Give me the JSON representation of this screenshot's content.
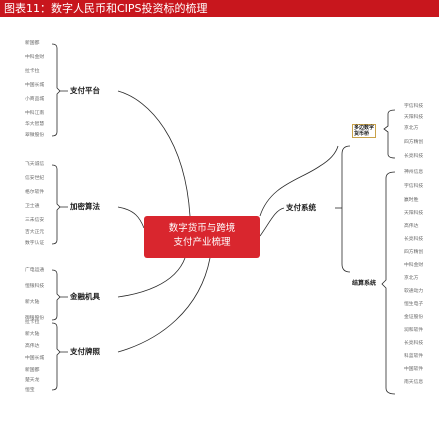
{
  "title": "图表11：数字人民币和CIPS投资标的梳理",
  "center": {
    "line1": "数字货币与跨境",
    "line2": "支付产业梳理"
  },
  "branches": [
    {
      "label": "支付平台",
      "leaves": [
        "新国都",
        "中科金财",
        "拉卡拉",
        "中国长城",
        "小商品城",
        "中科江南",
        "华大智慧",
        "翠微股份"
      ]
    },
    {
      "label": "加密算法",
      "leaves": [
        "飞天诚信",
        "信安世纪",
        "格尔软件",
        "卫士通",
        "三未信安",
        "吉大正元",
        "数字认证"
      ]
    },
    {
      "label": "金融机具",
      "leaves": [
        "广电运通",
        "恒银科技",
        "新大陆",
        "御银股份"
      ]
    },
    {
      "label": "支付牌照",
      "leaves": [
        "拉卡拉",
        "新大陆",
        "高伟达",
        "中国长城",
        "新国都",
        "楚天龙",
        "恒宝"
      ]
    }
  ],
  "right": {
    "label": "支付系统",
    "sub_boxed": {
      "line1": "多边数字",
      "line2": "货币桥"
    },
    "boxed_leaves": [
      "宇信科技",
      "天阳科技",
      "京北方",
      "四方精创",
      "长亮科技"
    ],
    "sub2": "结算系统",
    "leaves": [
      "神州信息",
      "宇信科技",
      "赢时胜",
      "天阳科技",
      "高伟达",
      "长亮科技",
      "四方精创",
      "中科金财",
      "京北方",
      "软通动力",
      "恒生电子",
      "金证股份",
      "润和软件",
      "长亮科技",
      "科蓝软件",
      "中国软件",
      "南天信息"
    ]
  }
}
